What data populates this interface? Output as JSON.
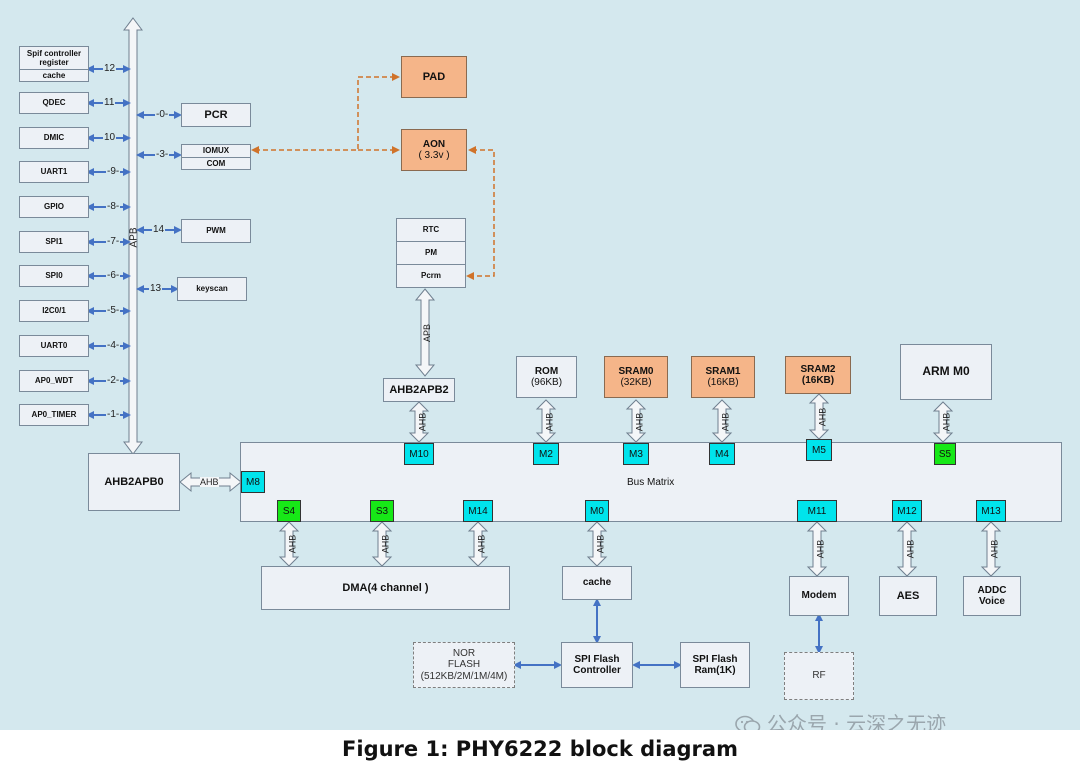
{
  "caption": "Figure 1: PHY6222 block diagram",
  "watermark": "公众号 · 云深之无迹",
  "apb_left": {
    "bus_label": "APB",
    "blocks": [
      {
        "lines": [
          "Spif controller",
          "register",
          "cache"
        ],
        "num": "12"
      },
      {
        "lines": [
          "QDEC"
        ],
        "num": "11"
      },
      {
        "lines": [
          "DMIC"
        ],
        "num": "10"
      },
      {
        "lines": [
          "UART1"
        ],
        "num": "9"
      },
      {
        "lines": [
          "GPIO"
        ],
        "num": "8"
      },
      {
        "lines": [
          "SPI1"
        ],
        "num": "7"
      },
      {
        "lines": [
          "SPI0"
        ],
        "num": "6"
      },
      {
        "lines": [
          "I2C0/1"
        ],
        "num": "5"
      },
      {
        "lines": [
          "UART0"
        ],
        "num": "4"
      },
      {
        "lines": [
          "AP0_WDT"
        ],
        "num": "2"
      },
      {
        "lines": [
          "AP0_TIMER"
        ],
        "num": "1"
      }
    ],
    "right_blocks": [
      {
        "label": "PCR",
        "num": "0"
      },
      {
        "label_top": "IOMUX",
        "label_bottom": "COM",
        "num": "3"
      },
      {
        "label": "PWM",
        "num": "14"
      },
      {
        "label": "keyscan",
        "num": "13"
      }
    ],
    "ahb2apb0": "AHB2APB0"
  },
  "aon": {
    "pad": "PAD",
    "aon_title": "AON",
    "aon_sub": "( 3.3v )",
    "rtc": "RTC",
    "pm": "PM",
    "pcrm": "Pcrm",
    "apb_label": "APB",
    "ahb2apb2": "AHB2APB2"
  },
  "memories": {
    "rom": {
      "name": "ROM",
      "size": "(96KB)"
    },
    "sram0": {
      "name": "SRAM0",
      "size": "(32KB)"
    },
    "sram1": {
      "name": "SRAM1",
      "size": "(16KB)"
    },
    "sram2": {
      "name": "SRAM2",
      "size": "(16KB)"
    },
    "arm": "ARM M0"
  },
  "bus_matrix": {
    "label": "Bus Matrix",
    "ahb_label": "AHB",
    "ports": {
      "m10": "M10",
      "m2": "M2",
      "m3": "M3",
      "m4": "M4",
      "m5": "M5",
      "s5": "S5",
      "m8": "M8",
      "s4": "S4",
      "s3": "S3",
      "m14": "M14",
      "m0": "M0",
      "m11": "M11",
      "m12": "M12",
      "m13": "M13"
    }
  },
  "bottom": {
    "dma": "DMA(4 channel )",
    "cache": "cache",
    "spi_ctrl": [
      "SPI Flash",
      "Controller"
    ],
    "nor_flash": [
      "NOR",
      "FLASH",
      "(512KB/2M/1M/4M)"
    ],
    "spi_ram": [
      "SPI Flash",
      "Ram(1K)"
    ],
    "modem": "Modem",
    "rf": "RF",
    "aes": "AES",
    "addc": [
      "ADDC",
      "Voice"
    ]
  },
  "colors": {
    "background": "#d4e8ee",
    "box": "#edf1f6",
    "orange": "#f5b589",
    "port_cyan": "#00e4ec",
    "port_green": "#17e817",
    "blue_arrow": "#4472c4",
    "orange_arrow": "#d0732a"
  }
}
